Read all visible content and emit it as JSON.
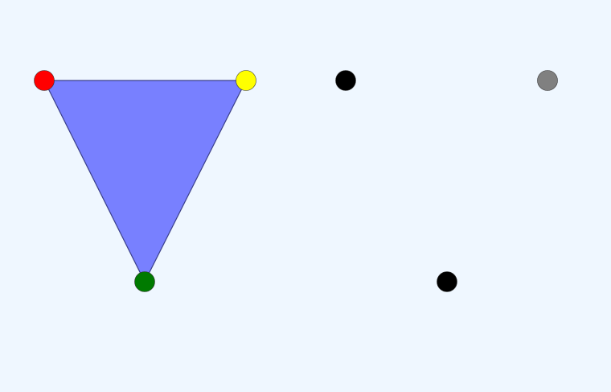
{
  "colors": {
    "background": "#eff7ff",
    "triangle_fill": "#7880ff",
    "triangle_stroke": "#3a3f8a",
    "point_stroke": "#333333"
  },
  "triangle": {
    "vertices": [
      "vertex-red",
      "vertex-yellow",
      "vertex-green"
    ]
  },
  "points": [
    {
      "id": "vertex-red",
      "color": "#ff0000"
    },
    {
      "id": "vertex-yellow",
      "color": "#ffff00"
    },
    {
      "id": "vertex-green",
      "color": "#007a00"
    },
    {
      "id": "point-black-top",
      "color": "#000000"
    },
    {
      "id": "point-gray",
      "color": "#808080"
    },
    {
      "id": "point-black-bottom",
      "color": "#000000"
    }
  ]
}
